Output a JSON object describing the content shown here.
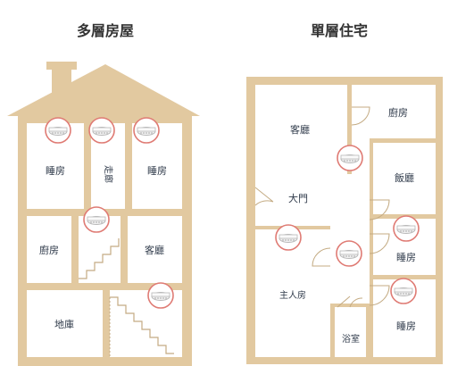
{
  "colors": {
    "wall": "#e2c9a0",
    "interior": "#ffffff",
    "line": "#c4ab83",
    "alarm_ring": "#df7b74",
    "detector": "#f1f1f1",
    "detector_edge": "#b9b9b9",
    "text": "#2f3a4a"
  },
  "multi_storey": {
    "title": "多層房屋",
    "rooms": {
      "bedroom_left": "睡房",
      "corridor": "走廊",
      "bedroom_right": "睡房",
      "kitchen": "廚房",
      "living_room": "客廳",
      "garage": "地庫"
    }
  },
  "single_storey": {
    "title": "單層住宅",
    "rooms": {
      "living_room": "客廳",
      "kitchen": "廚房",
      "main_door": "大門",
      "dining_room": "飯廳",
      "bedroom_1": "睡房",
      "master_bedroom": "主人房",
      "bathroom": "浴室",
      "bedroom_2": "睡房"
    }
  },
  "icons": {
    "smoke_detector": "smoke-detector-icon"
  }
}
